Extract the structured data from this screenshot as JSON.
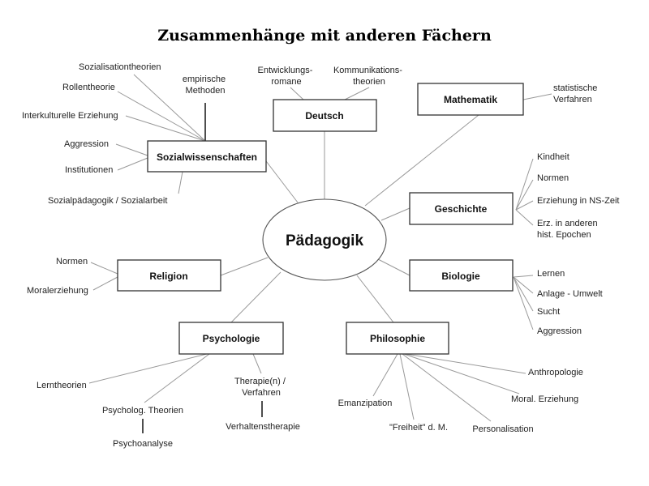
{
  "title": "Zusammenhänge mit anderen Fächern",
  "center": "Pädagogik",
  "subjects": {
    "deutsch": "Deutsch",
    "mathematik": "Mathematik",
    "sozialwissenschaften": "Sozialwissenschaften",
    "geschichte": "Geschichte",
    "religion": "Religion",
    "biologie": "Biologie",
    "psychologie": "Psychologie",
    "philosophie": "Philosophie"
  },
  "topics": {
    "deutsch": {
      "entwicklungsromane": [
        "Entwicklungs-",
        "romane"
      ],
      "kommunikationstheorien": [
        "Kommunikations-",
        "theorien"
      ]
    },
    "mathematik": {
      "statistische_verfahren": [
        "statistische",
        "Verfahren"
      ]
    },
    "sozialwissenschaften": {
      "sozialisationstheorien": "Sozialisationtheorien",
      "rollentheorie": "Rollentheorie",
      "empirische_methoden": [
        "empirische",
        "Methoden"
      ],
      "interkulturelle_erziehung": "Interkulturelle Erziehung",
      "aggression": "Aggression",
      "institutionen": "Institutionen",
      "sozialpaedagogik": "Sozialpädagogik / Sozialarbeit"
    },
    "geschichte": {
      "kindheit": "Kindheit",
      "normen": "Normen",
      "erziehung_ns_zeit": "Erziehung in NS-Zeit",
      "erz_andere_epochen": [
        "Erz. in anderen",
        "hist. Epochen"
      ]
    },
    "religion": {
      "normen": "Normen",
      "moralerziehung": "Moralerziehung"
    },
    "biologie": {
      "lernen": "Lernen",
      "anlage_umwelt": "Anlage - Umwelt",
      "sucht": "Sucht",
      "aggression": "Aggression"
    },
    "psychologie": {
      "lerntheorien": "Lerntheorien",
      "therapie_verfahren": [
        "Therapie(n) /",
        "Verfahren"
      ],
      "psycholog_theorien": "Psycholog. Theorien",
      "psychoanalyse": "Psychoanalyse",
      "verhaltenstherapie": "Verhaltenstherapie"
    },
    "philosophie": {
      "anthropologie": "Anthropologie",
      "moral_erziehung": "Moral. Erziehung",
      "emanzipation": "Emanzipation",
      "freiheit": "\"Freiheit\" d. M.",
      "personalisation": "Personalisation"
    }
  }
}
